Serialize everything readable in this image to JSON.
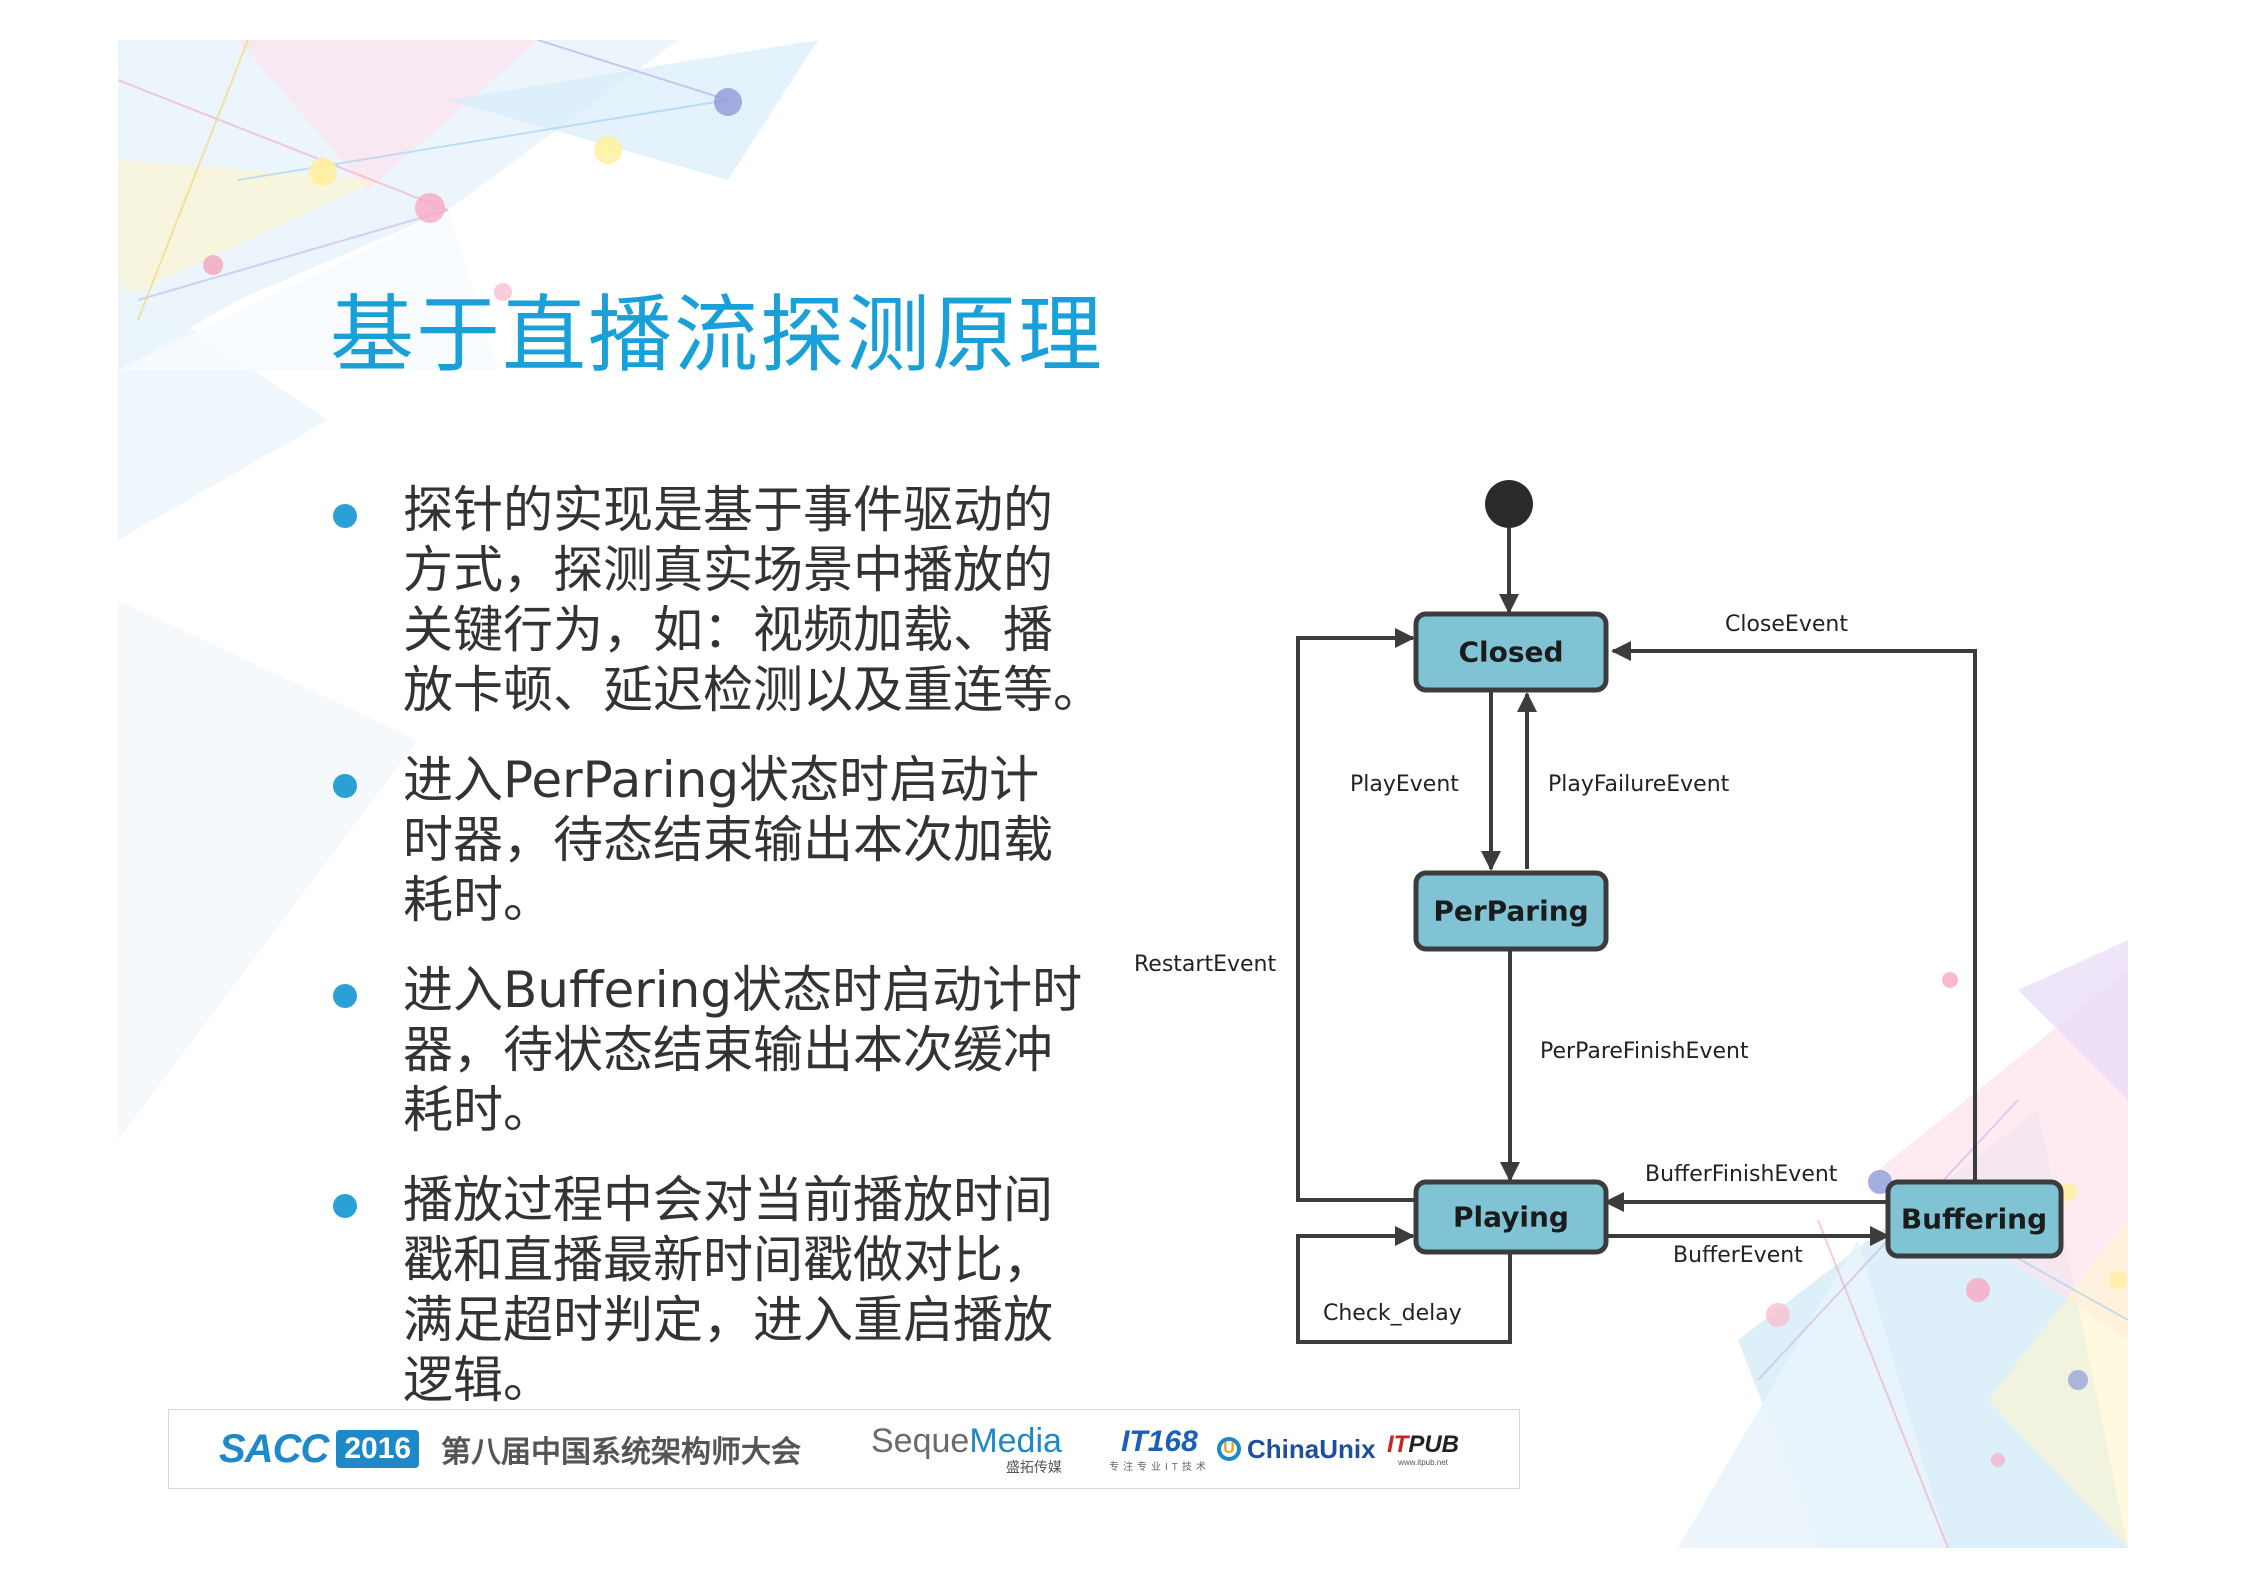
{
  "title": "基于直播流探测原理",
  "bullets": [
    {
      "lines": [
        "探针的实现是基于事件驱动的",
        "方式，探测真实场景中播放的",
        "关键行为，如：视频加载、播",
        "放卡顿、延迟检测以及重连等。"
      ]
    },
    {
      "lines": [
        "进入PerParing状态时启动计",
        "时器，待态结束输出本次加载",
        "耗时。"
      ]
    },
    {
      "lines": [
        "进入Buffering状态时启动计时",
        "器，待状态结束输出本次缓冲",
        "耗时。"
      ]
    },
    {
      "lines": [
        "播放过程中会对当前播放时间",
        "戳和直播最新时间戳做对比，",
        "满足超时判定，进入重启播放",
        "逻辑。"
      ]
    }
  ],
  "diagram": {
    "states": {
      "closed": "Closed",
      "perparing": "PerParing",
      "playing": "Playing",
      "buffering": "Buffering"
    },
    "events": {
      "close": "CloseEvent",
      "play": "PlayEvent",
      "play_failure": "PlayFailureEvent",
      "restart": "RestartEvent",
      "perpare_finish": "PerPareFinishEvent",
      "buffer_finish": "BufferFinishEvent",
      "buffer": "BufferEvent",
      "check_delay": "Check_delay"
    }
  },
  "footer": {
    "sacc": "SACC",
    "year": "2016",
    "conference": "第八届中国系统架构师大会",
    "seque_a": "Seque",
    "seque_b": "Media",
    "seque_sub": "盛拓传媒",
    "it168": "IT168",
    "it168_sub": "专注专业IT技术",
    "chinaunix": "ChinaUnix",
    "itpub_a": "IT",
    "itpub_b": "PUB",
    "itpub_sub": "www.itpub.net"
  },
  "colors": {
    "title": "#1aa0d8",
    "bullet_dot": "#2aa0d6",
    "state_fill": "#7fc3d4",
    "state_stroke": "#3c3c3c"
  }
}
